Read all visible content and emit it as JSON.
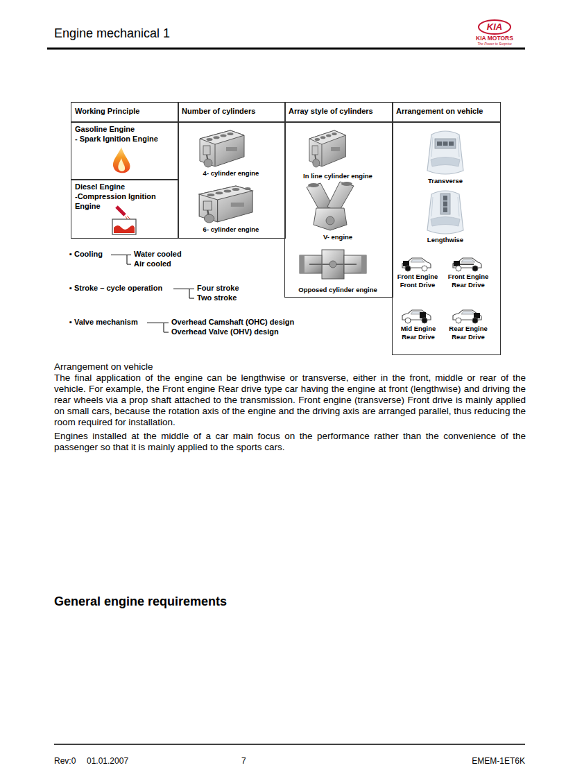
{
  "diagram": {
    "title": "Engine mechanical 1",
    "nodes": [
      {
        "text": [
          "Working Principle"
        ]
      },
      {
        "text": [
          "Number of cylinders"
        ]
      },
      {
        "text": [
          "Array style of cylinders"
        ]
      },
      {
        "text": [
          "Arrangement on vehicle"
        ]
      },
      {
        "text": [
          "Gasoline Engine",
          "- Spark Ignition Engine"
        ]
      },
      {
        "text": [
          "Diesel Engine",
          "-Compression Ignition Engine"
        ]
      },
      {
        "text": [
          "4- cylinder engine",
          "6- cylinder engine"
        ]
      },
      {
        "text": [
          "In line cylinder engine",
          "V- engine",
          "Opposed cylinder engine"
        ]
      },
      {
        "text": [
          "Transverse",
          "Lengthwise",
          "Front Engine Front Drive",
          "Front Engine Rear Drive",
          "Mid Engine Rear Drive",
          "Rear Engine Rear Drive"
        ]
      }
    ],
    "labels": [
      "KIA",
      "KIA MOTORS",
      "The Power to Surprise",
      "▪ Cooling",
      "Water cooled",
      "Air cooled",
      "▪ Stroke – cycle operation",
      "Four stroke",
      "Two stroke",
      "▪ Valve mechanism",
      "Overhead Camshaft (OHC) design",
      "Overhead Valve (OHV) design",
      "Arrangement on vehicle",
      "The final application of the engine can be lengthwise or transverse, either in the front, middle or rear of the vehicle. For example, the Front engine Rear drive type car having the engine at front (lengthwise) and driving the rear wheels via a prop shaft attached to the transmission. Front engine (transverse) Front drive is mainly applied on small cars, because the rotation axis of the engine and the driving axis are arranged parallel, thus reducing the room required for installation.",
      "Engines installed at the middle of a car main focus on the performance rather than the convenience of the passenger so that it is mainly applied to the sports cars.",
      "General engine requirements",
      "Rev:0",
      "01.01.2007",
      "7",
      "EMEM-1ET6K"
    ]
  }
}
